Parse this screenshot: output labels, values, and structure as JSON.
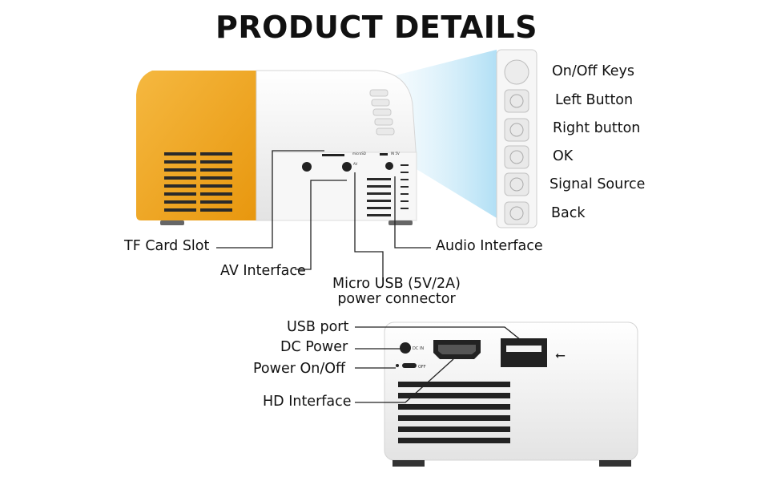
{
  "page_title": "PRODUCT DETAILS",
  "top_view": {
    "callouts": {
      "tf_card_slot": "TF Card Slot",
      "av_interface": "AV Interface",
      "micro_usb": "Micro USB (5V/2A)",
      "micro_usb_sub": "power connector",
      "audio_interface": "Audio Interface"
    },
    "port_markings": {
      "microsd": "microSD",
      "av": "AV",
      "in5v": "IN 5V"
    }
  },
  "button_panel": {
    "items": [
      "On/Off Keys",
      "Left Button",
      "Right button",
      "OK",
      "Signal Source",
      "Back"
    ]
  },
  "rear_view": {
    "callouts": {
      "usb_port": "USB port",
      "dc_power": "DC Power",
      "power_on_off": "Power On/Off",
      "hd_interface": "HD Interface"
    },
    "port_markings": {
      "dc_in": "DC IN",
      "off": "OFF"
    }
  },
  "colors": {
    "accent_orange": "#f0a820",
    "body_white": "#f3f3f3",
    "light_beam": "#bfe3f5"
  }
}
